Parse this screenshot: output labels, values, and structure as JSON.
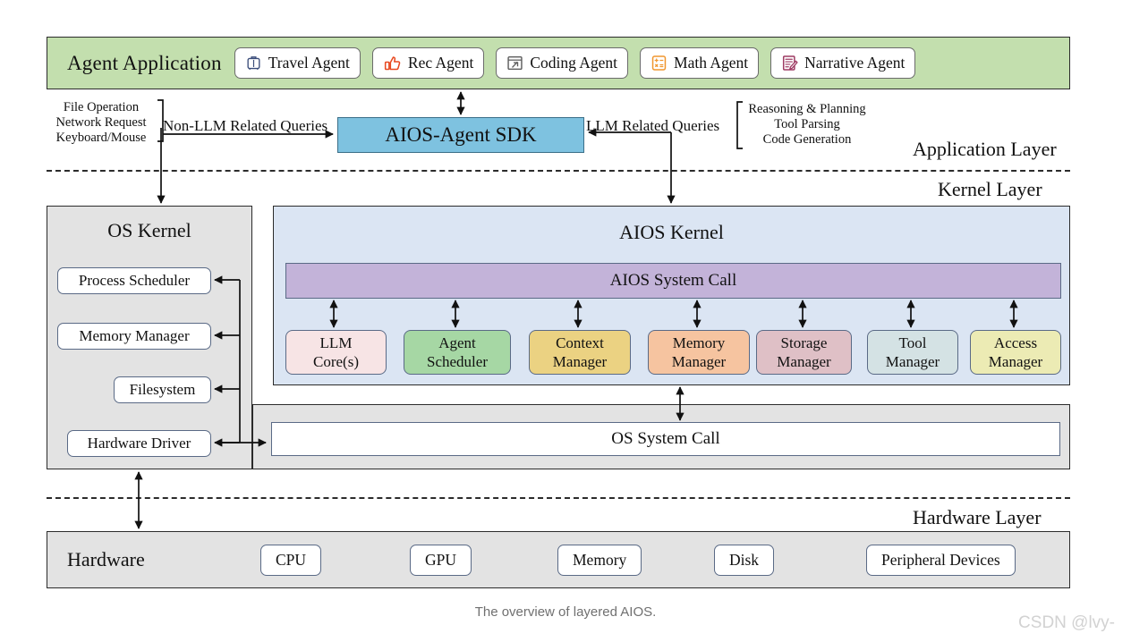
{
  "application_layer": {
    "title": "Agent Application",
    "agents": [
      {
        "label": "Travel Agent",
        "icon": "suitcase-icon",
        "color": "#3b4d7a"
      },
      {
        "label": "Rec Agent",
        "icon": "thumbs-up-icon",
        "color": "#e8481f"
      },
      {
        "label": "Coding Agent",
        "icon": "code-window-icon",
        "color": "#5d5d5d"
      },
      {
        "label": "Math Agent",
        "icon": "calculator-icon",
        "color": "#f0962e"
      },
      {
        "label": "Narrative Agent",
        "icon": "document-pen-icon",
        "color": "#9e3b63"
      }
    ],
    "sdk": "AIOS-Agent SDK",
    "left_queries": {
      "label": "Non-LLM Related Queries",
      "items": [
        "File Operation",
        "Network Request",
        "Keyboard/Mouse"
      ]
    },
    "right_queries": {
      "label": "LLM Related Queries",
      "items": [
        "Reasoning & Planning",
        "Tool Parsing",
        "Code Generation"
      ]
    },
    "layer_label": "Application Layer"
  },
  "kernel_layer": {
    "layer_label": "Kernel Layer",
    "os_kernel": {
      "title": "OS Kernel",
      "modules": [
        "Process Scheduler",
        "Memory Manager",
        "Filesystem",
        "Hardware Driver"
      ]
    },
    "aios_kernel": {
      "title": "AIOS Kernel",
      "system_call": "AIOS System Call",
      "modules": [
        {
          "line1": "LLM",
          "line2": "Core(s)",
          "color": "#f7e4e5"
        },
        {
          "line1": "Agent",
          "line2": "Scheduler",
          "color": "#a6d7a4"
        },
        {
          "line1": "Context",
          "line2": "Manager",
          "color": "#ebd282"
        },
        {
          "line1": "Memory",
          "line2": "Manager",
          "color": "#f6c4a0"
        },
        {
          "line1": "Storage",
          "line2": "Manager",
          "color": "#dfc0c6"
        },
        {
          "line1": "Tool",
          "line2": "Manager",
          "color": "#d4e2e4"
        },
        {
          "line1": "Access",
          "line2": "Manager",
          "color": "#ecebb4"
        }
      ]
    },
    "os_system_call": "OS System Call"
  },
  "hardware_layer": {
    "layer_label": "Hardware Layer",
    "title": "Hardware",
    "components": [
      "CPU",
      "GPU",
      "Memory",
      "Disk",
      "Peripheral Devices"
    ]
  },
  "caption": "The overview of layered AIOS.",
  "watermark": "CSDN @lvy-"
}
